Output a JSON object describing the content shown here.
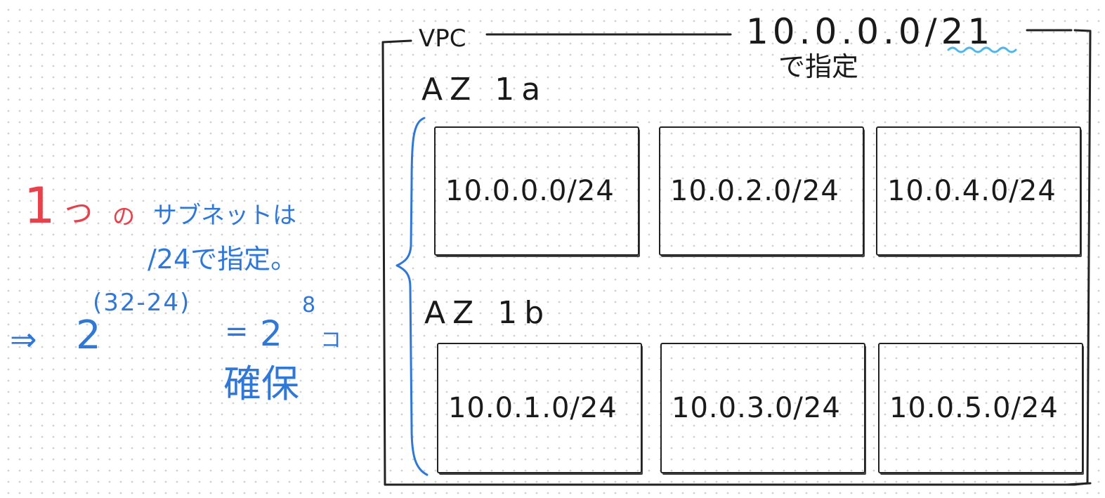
{
  "vpc": {
    "label": "VPC",
    "cidr": "10.0.0.0/21",
    "cidr_note": "で指定",
    "zones": [
      {
        "label": "AZ 1a",
        "subnets": [
          "10.0.0.0/24",
          "10.0.2.0/24",
          "10.0.4.0/24"
        ]
      },
      {
        "label": "AZ 1b",
        "subnets": [
          "10.0.1.0/24",
          "10.0.3.0/24",
          "10.0.5.0/24"
        ]
      }
    ]
  },
  "note": {
    "count": "1",
    "counter": "つ",
    "particle": "の",
    "subject": "サブネットは",
    "line2": "/24で指定。",
    "arrow": "⇒",
    "base": "2",
    "exponent": "(32-24)",
    "equals": "=",
    "result_base": "2",
    "result_exponent": "8",
    "unit": "コ",
    "line4": "確保"
  },
  "colors": {
    "ink": "#1a1a1a",
    "blue": "#2f78d8",
    "red": "#e8414b",
    "squiggle": "#4fb8e8"
  }
}
